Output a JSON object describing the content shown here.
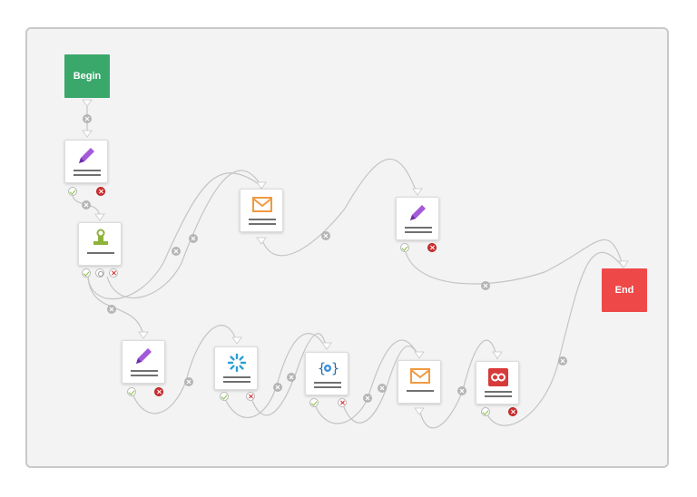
{
  "begin": {
    "label": "Begin",
    "color": "#3aa86b"
  },
  "end": {
    "label": "End",
    "color": "#ef4848"
  },
  "wire_color": "#c4c4c4",
  "nodes": [
    {
      "id": "edit-1",
      "icon": "pencil-icon"
    },
    {
      "id": "approval-1",
      "icon": "stamp-icon"
    },
    {
      "id": "email-1",
      "icon": "envelope-icon"
    },
    {
      "id": "edit-2",
      "icon": "pencil-icon"
    },
    {
      "id": "edit-3",
      "icon": "pencil-icon"
    },
    {
      "id": "spinner-1",
      "icon": "spinner-icon"
    },
    {
      "id": "script-1",
      "icon": "code-gear-icon"
    },
    {
      "id": "email-2",
      "icon": "envelope-icon"
    },
    {
      "id": "loop-1",
      "icon": "loop-icon"
    }
  ]
}
